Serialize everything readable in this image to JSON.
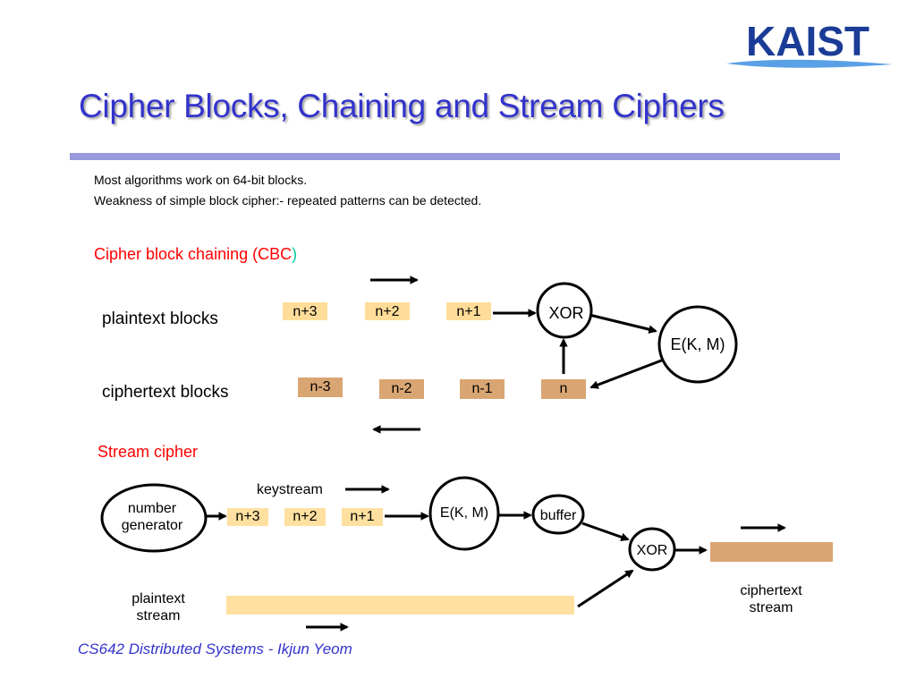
{
  "slide": {
    "title": "Cipher Blocks, Chaining and Stream Ciphers",
    "logo_text": "KAIST",
    "body_lines": [
      "Most algorithms work on 64-bit blocks.",
      "Weakness of simple block cipher:- repeated patterns can be detected."
    ],
    "footer": "CS642 Distributed Systems  - Ikjun Yeom"
  },
  "cbc": {
    "heading": "Cipher block chaining (CBC",
    "heading_paren": ")",
    "plaintext_label": "plaintext blocks",
    "ciphertext_label": "ciphertext blocks",
    "plaintext_blocks": [
      "n+3",
      "n+2",
      "n+1"
    ],
    "ciphertext_blocks": [
      "n-3",
      "n-2",
      "n-1",
      "n"
    ],
    "xor_label": "XOR",
    "encrypt_label": "E(K, M)"
  },
  "stream": {
    "heading": "Stream cipher",
    "generator_label_1": "number",
    "generator_label_2": "generator",
    "keystream_label": "keystream",
    "keystream_blocks": [
      "n+3",
      "n+2",
      "n+1"
    ],
    "encrypt_label": "E(K, M)",
    "buffer_label": "buffer",
    "xor_label": "XOR",
    "plaintext_label_1": "plaintext",
    "plaintext_label_2": "stream",
    "ciphertext_label_1": "ciphertext",
    "ciphertext_label_2": "stream"
  },
  "colors": {
    "title": "#3333cc",
    "heading_red": "#ff0000",
    "cbc_paren": "#00cc99",
    "plain_block": "#ffdd99",
    "cipher_block": "#d9a673",
    "stream_plain": "#ffe0a0",
    "stream_cipher": "#d9a673",
    "rule": "#9999dd"
  }
}
